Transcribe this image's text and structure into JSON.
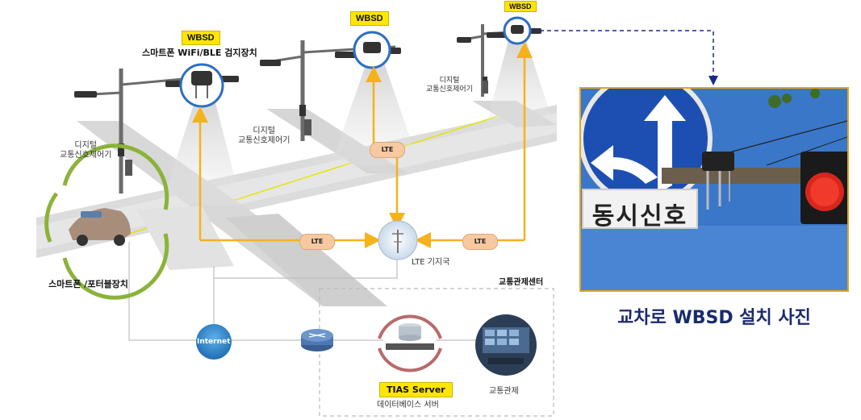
{
  "wbsd_labels": [
    "WBSD",
    "WBSD",
    "WBSD"
  ],
  "detector_caption": "스마트폰 WiFi/BLE 검지장치",
  "controller_labels": [
    "디지털\n교통신호제어기",
    "디지털\n교통신호제어기",
    "디지털\n교통신호제어기"
  ],
  "lte_labels": [
    "LTE",
    "LTE",
    "LTE"
  ],
  "lte_station": "LTE 기지국",
  "smartphone_label": "스마트폰 /포터블장치",
  "traffic_center": "교통관제센터",
  "internet_label": "Internet",
  "server_badge": "TIAS Server",
  "server_caption": "데이터베이스 서버",
  "control_room_caption": "교통관제",
  "photo": {
    "sign_text": "동시신호",
    "caption": "교차로 WBSD 설치 사진"
  },
  "colors": {
    "wbsd_bg": "#ffe600",
    "lte_link": "#f5b21b",
    "detector_ring": "#2d6fc0",
    "photo_border": "#e3a522",
    "caption_text": "#1a2a6e",
    "sky": "#3a77c9"
  }
}
